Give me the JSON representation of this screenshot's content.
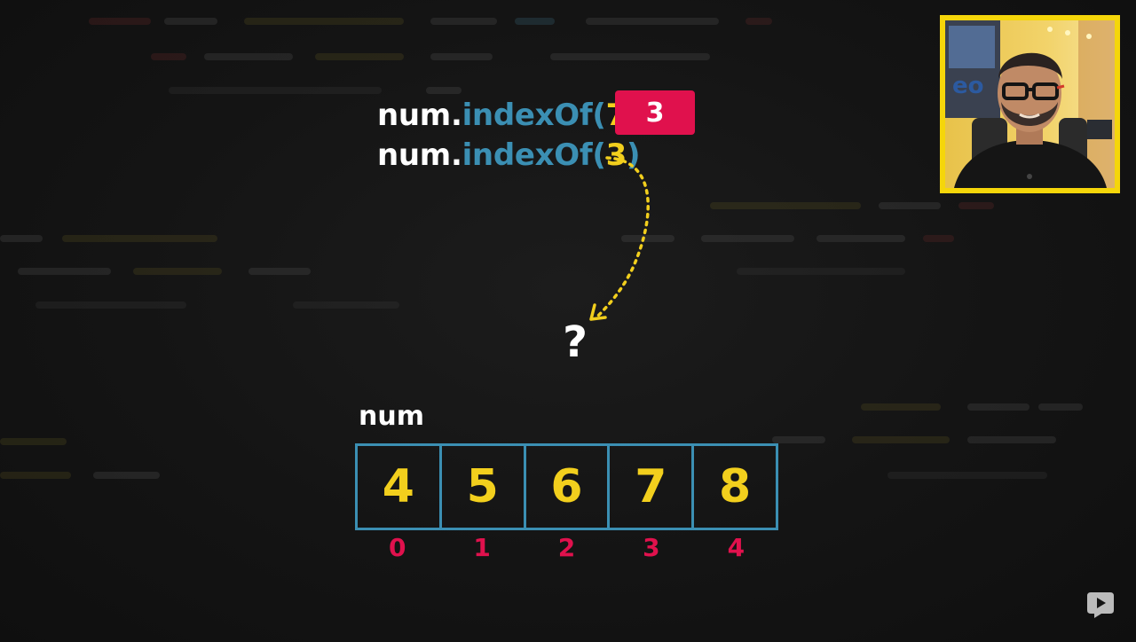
{
  "code_lines": [
    {
      "object": "num",
      "dot": ".",
      "method": "indexOf",
      "open": "(",
      "arg": "7",
      "close": ")"
    },
    {
      "object": "num",
      "dot": ".",
      "method": "indexOf",
      "open": "(",
      "arg": "3",
      "close": ")"
    }
  ],
  "result_badge": "3",
  "question": "?",
  "array": {
    "name": "num",
    "values": [
      "4",
      "5",
      "6",
      "7",
      "8"
    ],
    "indices": [
      "0",
      "1",
      "2",
      "3",
      "4"
    ]
  },
  "colors": {
    "background": "#141414",
    "method": "#3b8fb3",
    "value": "#f2cf1d",
    "index": "#e0114d",
    "badge": "#e0114d",
    "webcam_border": "#f5d60a"
  },
  "icons": {
    "arrow": "dotted-curved-arrow-icon",
    "webcam": "presenter-webcam",
    "logo": "video-player-logo-icon"
  }
}
